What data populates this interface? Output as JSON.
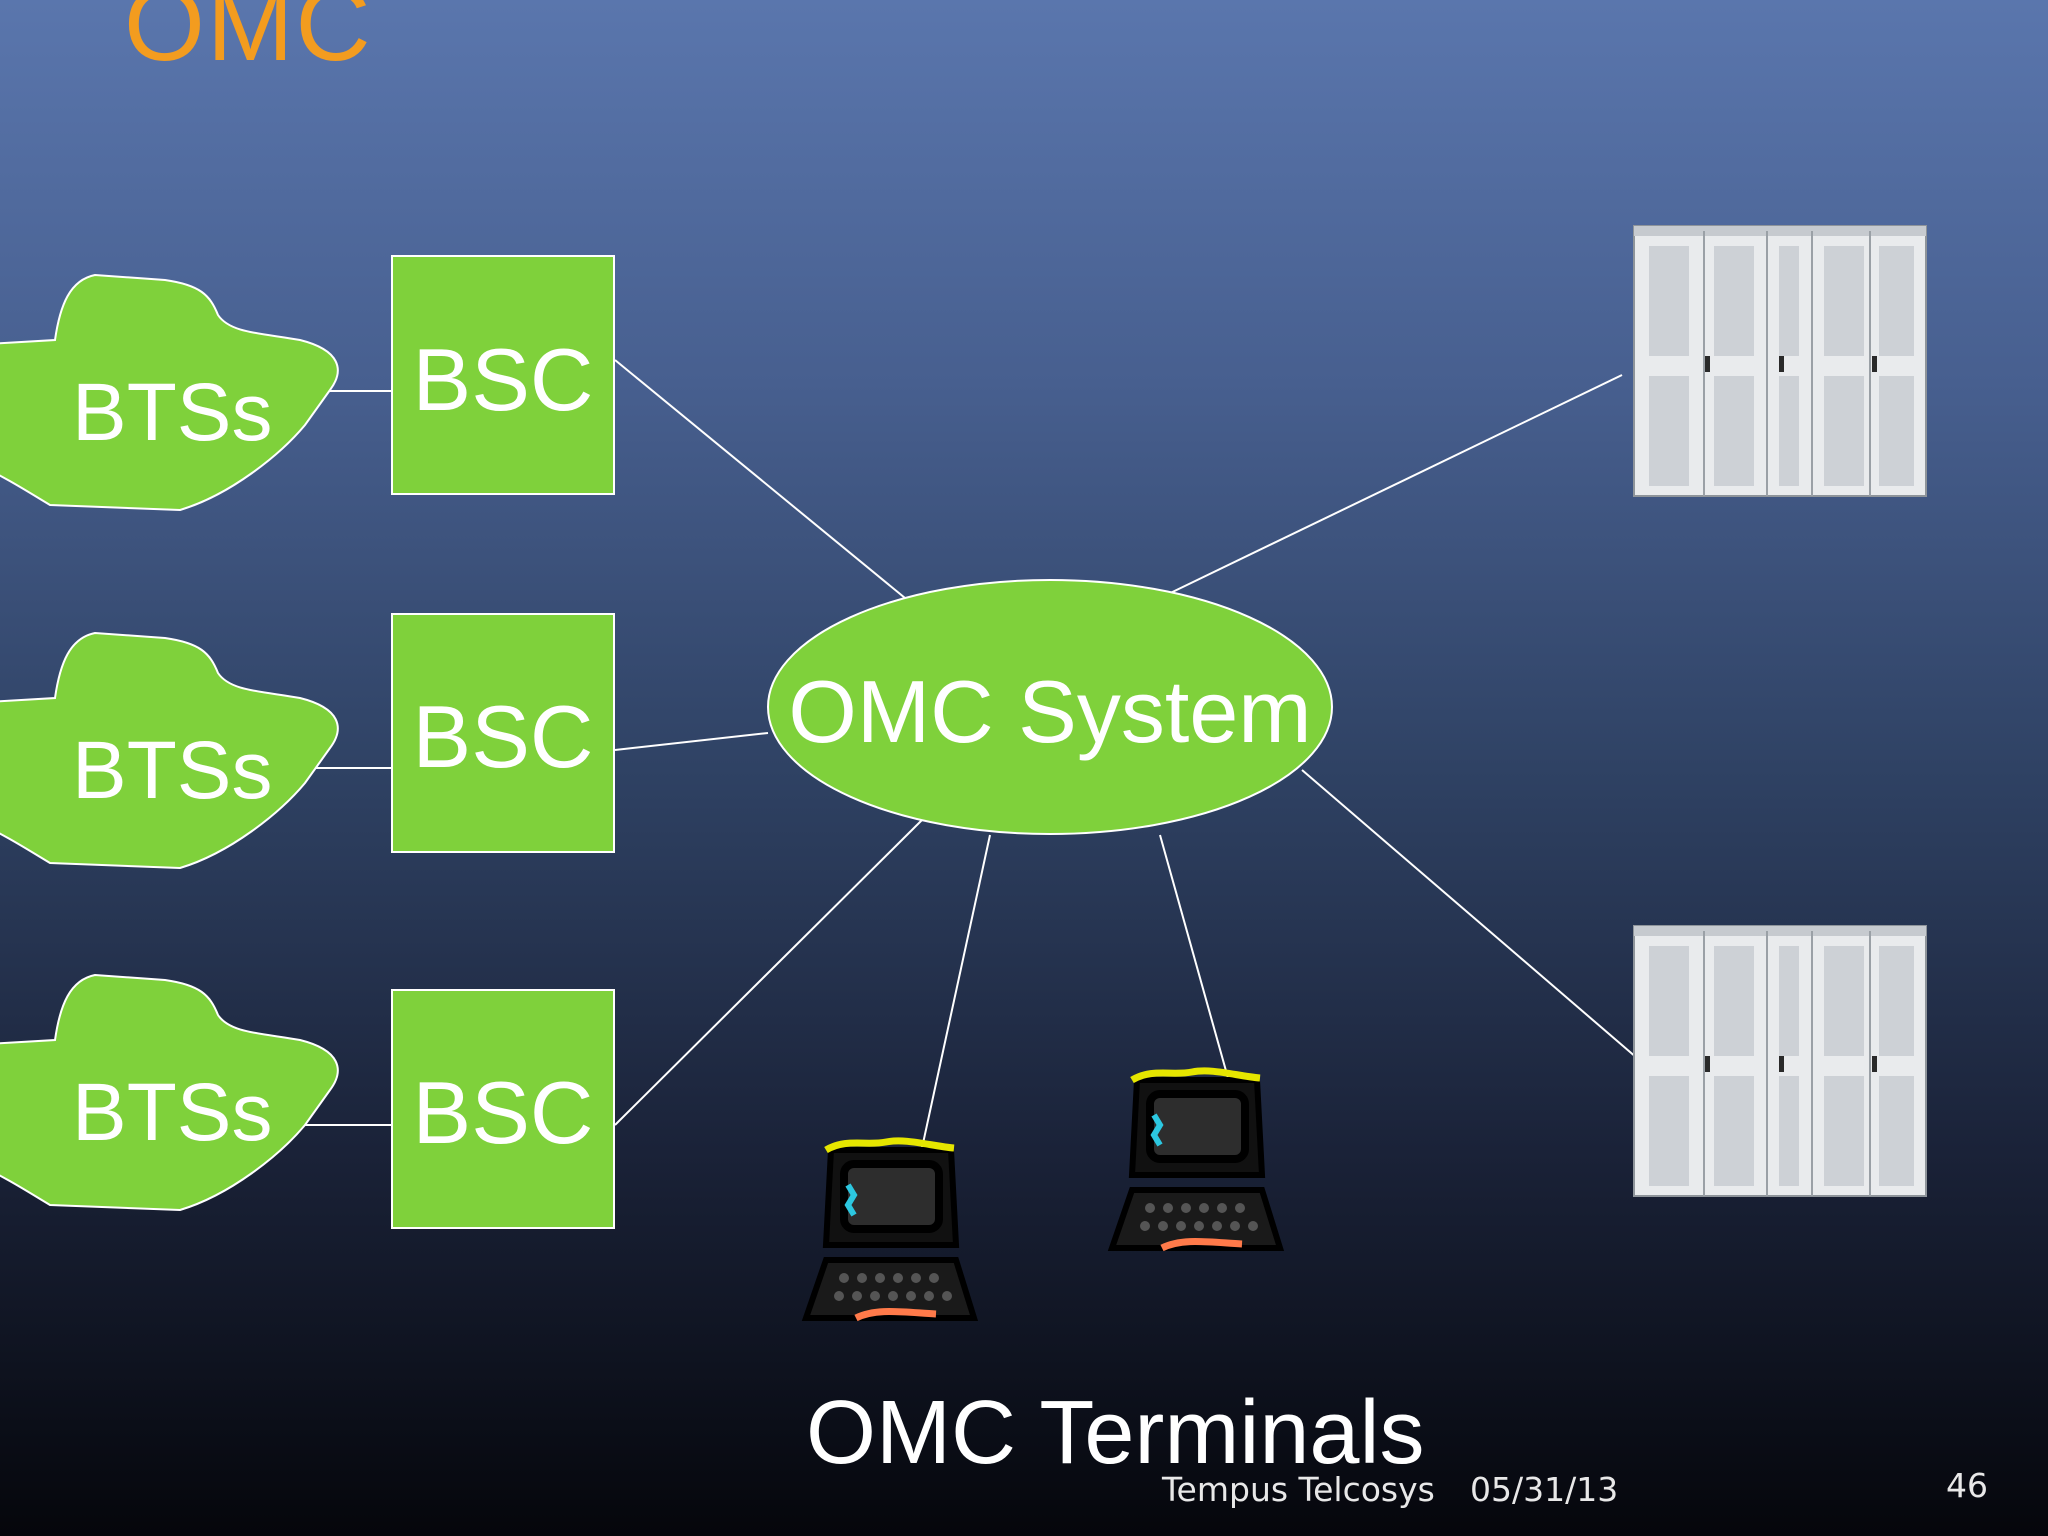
{
  "slide": {
    "title": "OMC",
    "caption": "OMC Terminals",
    "footer_org": "Tempus Telcosys",
    "footer_date": "05/31/13",
    "page_number": "46"
  },
  "diagram": {
    "center": "OMC System",
    "bts_label": "BTSs",
    "bsc_label": "BSC",
    "rows": [
      {
        "bts": "BTSs",
        "bsc": "BSC"
      },
      {
        "bts": "BTSs",
        "bsc": "BSC"
      },
      {
        "bts": "BTSs",
        "bsc": "BSC"
      }
    ]
  },
  "colors": {
    "accent_green": "#7fd13b",
    "title_orange": "#f39c1f",
    "link_line": "#ffffff"
  },
  "icons": [
    "computer-terminal-icon",
    "server-rack-icon"
  ]
}
